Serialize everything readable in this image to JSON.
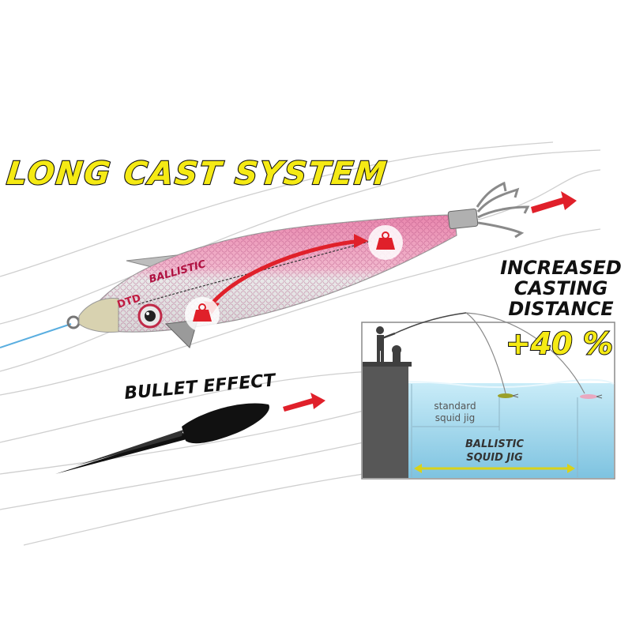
{
  "headline": "LONG CAST SYSTEM",
  "jig_brand": "DTD",
  "jig_model": "BALLISTIC",
  "bullet_label": "BULLET EFFECT",
  "increase": {
    "line1": "INCREASED",
    "line2": "CASTING",
    "line3": "DISTANCE",
    "percent": "+40 %"
  },
  "diagram": {
    "standard_line1": "standard",
    "standard_line2": "squid jig",
    "ballistic_line1": "BALLISTIC",
    "ballistic_line2": "SQUID JIG"
  },
  "colors": {
    "headline_fill": "#f5ea14",
    "arrow_red": "#e0202a",
    "jig_pink": "#e58aac",
    "water": "#bfe6f5",
    "pier": "#555555"
  },
  "icons": [
    "weight-icon",
    "weight-icon",
    "red-arrow-icon",
    "red-arrow-icon",
    "bullet-icon",
    "angler-icon"
  ]
}
